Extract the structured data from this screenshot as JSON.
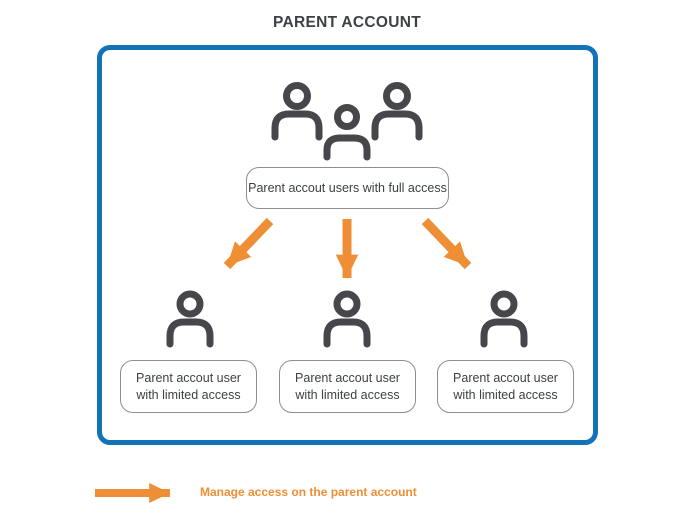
{
  "colors": {
    "accent_blue": "#1273b8",
    "accent_orange": "#ee8e35",
    "icon_gray": "#46464b",
    "box_border_gray": "#8e8e93",
    "text_dark": "#3d4046"
  },
  "diagram": {
    "title": "PARENT ACCOUNT",
    "parent_node": {
      "icon": "users-group-icon",
      "label": "Parent accout users with full access"
    },
    "child_nodes": [
      {
        "icon": "user-icon",
        "label": "Parent accout user\nwith limited access"
      },
      {
        "icon": "user-icon",
        "label": "Parent accout user\nwith limited access"
      },
      {
        "icon": "user-icon",
        "label": "Parent accout user\nwith limited access"
      }
    ],
    "connectors": [
      "arrow-down-left",
      "arrow-down",
      "arrow-down-right"
    ],
    "legend": {
      "icon": "arrow-right-icon",
      "text": "Manage access on the parent account"
    }
  }
}
